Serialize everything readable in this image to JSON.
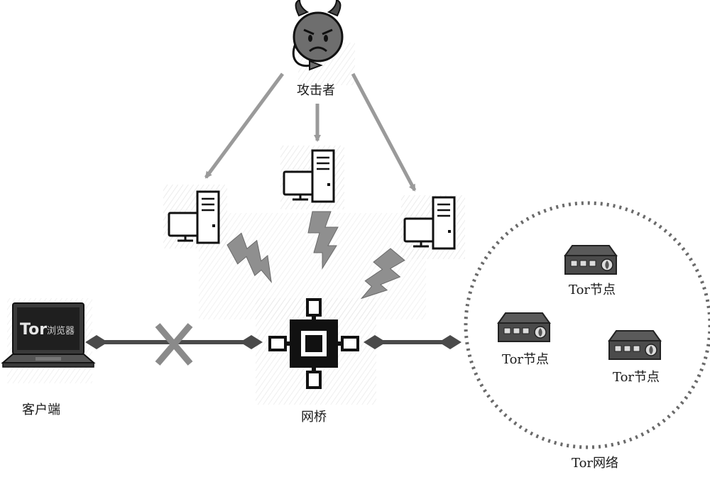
{
  "labels": {
    "attacker": "攻击者",
    "client": "客户端",
    "bridge": "网桥",
    "tor_network": "Tor网络",
    "tor_node_1": "Tor节点",
    "tor_node_2": "Tor节点",
    "tor_node_3": "Tor节点",
    "browser_logo_text": "Tor",
    "browser_logo_suffix": "浏览器"
  },
  "colors": {
    "arrow_gray": "#9a9a9a",
    "bolt_gray": "#8f8f8f",
    "connector_dark": "#4a4a4a",
    "cross_gray": "#8a8a8a",
    "devil_face": "#6e6e6e",
    "node_box": "#5a5a5a"
  },
  "icons": {
    "attacker": "devil-face-icon",
    "computer": "desktop-computer-icon",
    "bolt": "lightning-bolt-icon",
    "bridge": "network-bridge-icon",
    "client": "laptop-icon",
    "node": "tor-relay-icon"
  }
}
